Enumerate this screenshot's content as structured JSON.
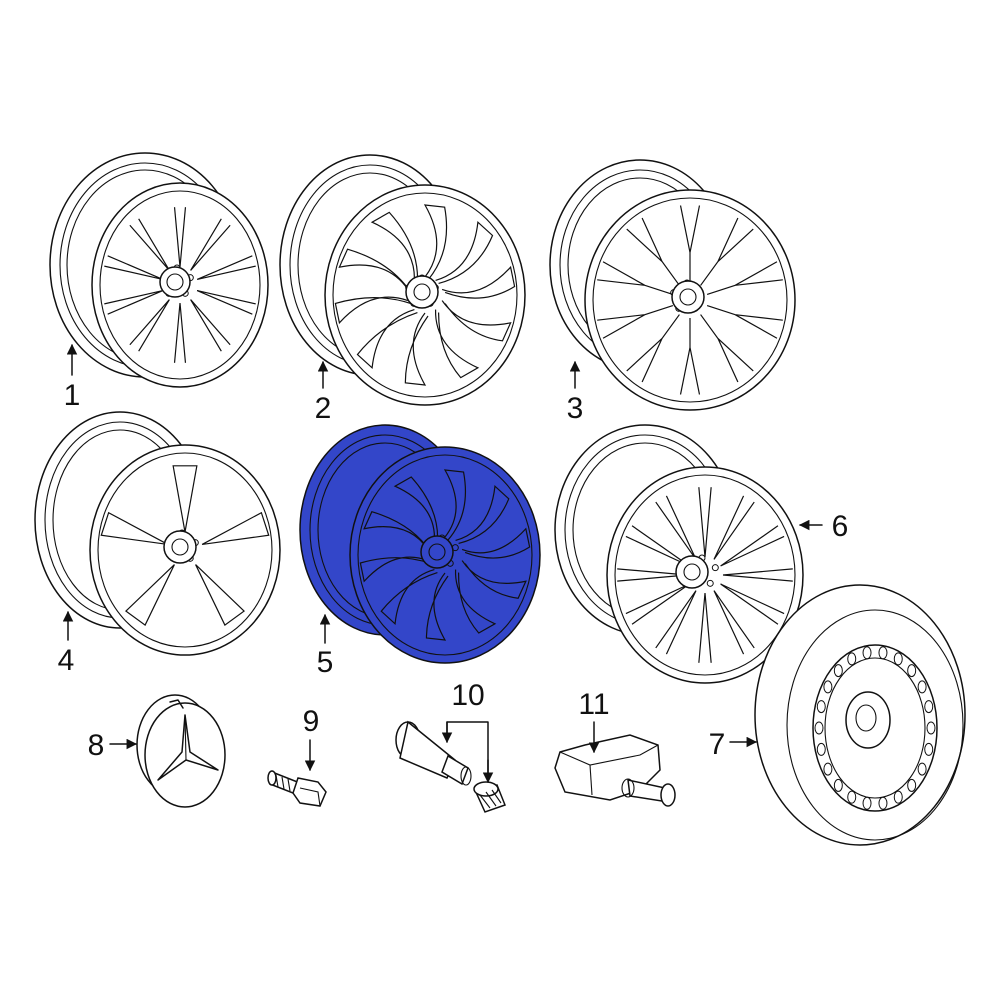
{
  "diagram": {
    "highlight_color": "#3346c9",
    "line_color": "#111111",
    "parts": [
      {
        "id": "1",
        "label": "1",
        "icon": "alloy-wheel-double-spoke",
        "highlighted": false
      },
      {
        "id": "2",
        "label": "2",
        "icon": "alloy-wheel-curved-spoke",
        "highlighted": false
      },
      {
        "id": "3",
        "label": "3",
        "icon": "alloy-wheel-split-spoke",
        "highlighted": false
      },
      {
        "id": "4",
        "label": "4",
        "icon": "alloy-wheel-five-spoke",
        "highlighted": false
      },
      {
        "id": "5",
        "label": "5",
        "icon": "alloy-wheel-turbine",
        "highlighted": true
      },
      {
        "id": "6",
        "label": "6",
        "icon": "alloy-wheel-multi-spoke",
        "highlighted": false
      },
      {
        "id": "7",
        "label": "7",
        "icon": "spare-wheel-steel",
        "highlighted": false
      },
      {
        "id": "8",
        "label": "8",
        "icon": "center-cap-star",
        "highlighted": false
      },
      {
        "id": "9",
        "label": "9",
        "icon": "wheel-bolt",
        "highlighted": false
      },
      {
        "id": "10",
        "label": "10",
        "icon": "valve-stem-and-cap",
        "highlighted": false
      },
      {
        "id": "11",
        "label": "11",
        "icon": "tpms-sensor",
        "highlighted": false
      }
    ]
  }
}
